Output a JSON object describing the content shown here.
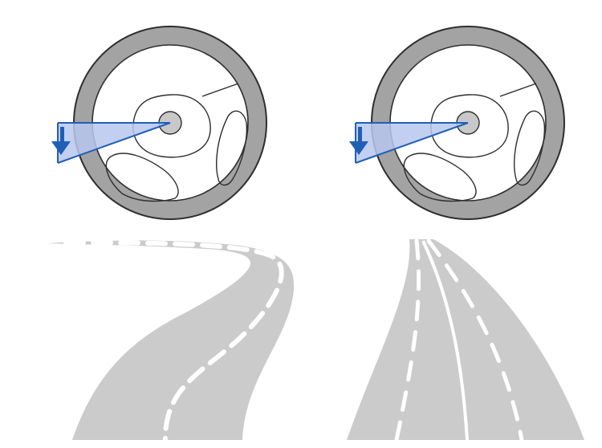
{
  "colors": {
    "background": "#ffffff",
    "wheel_rim": "#a3a3a3",
    "wheel_outline": "#2e2e2e",
    "hub": "#c8c8c8",
    "angle_line": "#1f5fb8",
    "angle_fill": "#b8c7ee",
    "road": "#cbcbcb",
    "lane_marking": "#ffffff"
  },
  "panels": [
    {
      "id": "left",
      "steering_input": "small",
      "road": "sharp-curve-two-lane"
    },
    {
      "id": "right",
      "steering_input": "small",
      "road": "gentle-curve-multi-lane"
    }
  ]
}
